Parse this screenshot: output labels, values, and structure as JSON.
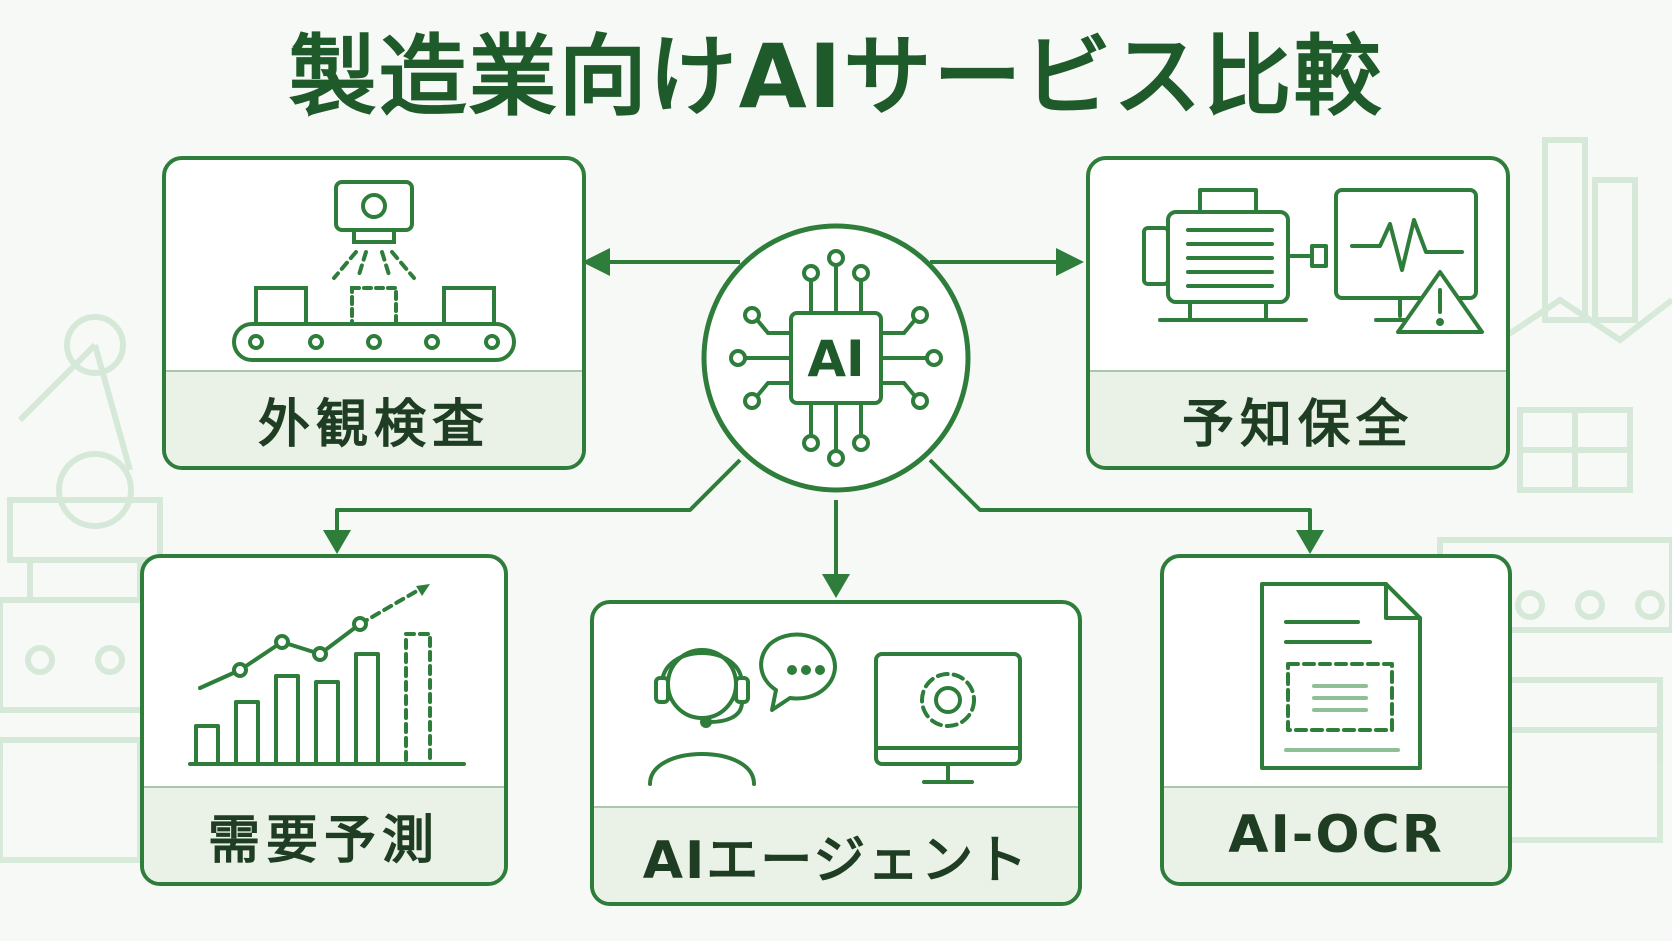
{
  "title": "製造業向けAIサービス比較",
  "colors": {
    "primary": "#2e7d3a",
    "dark_text": "#1f3d22",
    "title": "#1f5a2a",
    "label_band": "#eaf2e8",
    "background": "#f7f9f6",
    "background_art": "#c8e3cb"
  },
  "hub": {
    "label": "AI",
    "icon": "ai-chip-icon"
  },
  "services": [
    {
      "id": "visual-inspection",
      "label": "外観検査",
      "icon": "camera-conveyor-icon"
    },
    {
      "id": "predictive-maintenance",
      "label": "予知保全",
      "icon": "motor-monitor-warning-icon"
    },
    {
      "id": "demand-forecast",
      "label": "需要予測",
      "icon": "bar-line-chart-icon"
    },
    {
      "id": "ai-agent",
      "label": "AIエージェント",
      "icon": "operator-chat-monitor-icon"
    },
    {
      "id": "ai-ocr",
      "label": "AI-OCR",
      "icon": "document-scan-icon"
    }
  ]
}
